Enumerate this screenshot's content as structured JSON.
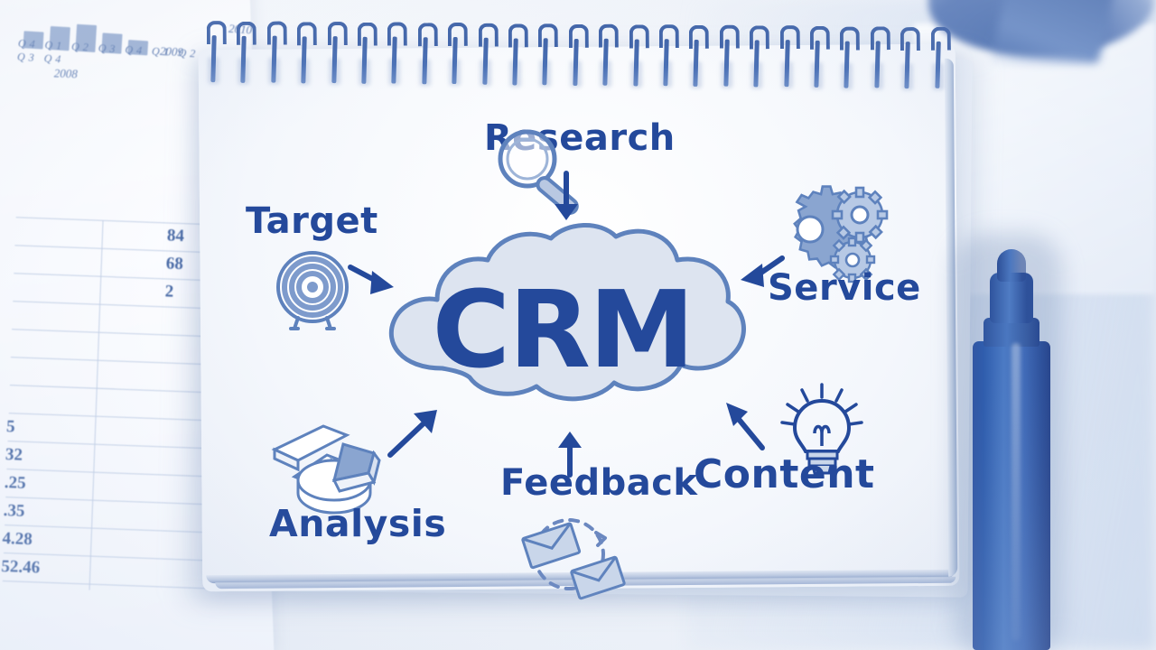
{
  "image": {
    "title": "CRM concept sketch on spiral notebook",
    "center_label": "CRM"
  },
  "diagram": {
    "center": {
      "label": "CRM",
      "shape": "cloud"
    },
    "nodes": [
      {
        "id": "research",
        "label": "Research",
        "icon": "magnifier-icon",
        "position": "top"
      },
      {
        "id": "target",
        "label": "Target",
        "icon": "target-icon",
        "position": "top-left"
      },
      {
        "id": "service",
        "label": "Service",
        "icon": "gears-icon",
        "position": "top-right"
      },
      {
        "id": "analysis",
        "label": "Analysis",
        "icon": "pie-chart-icon",
        "position": "bottom-left"
      },
      {
        "id": "feedback",
        "label": "Feedback",
        "icon": "envelopes-icon",
        "position": "bottom"
      },
      {
        "id": "content",
        "label": "Content",
        "icon": "lightbulb-icon",
        "position": "bottom-right"
      }
    ]
  },
  "report": {
    "quarter_labels": "Q4 Q1 Q2 Q3 Q4 Q1 Q2 Q3 Q4",
    "years": [
      "2008",
      "2009",
      "2010"
    ],
    "bar_values": [
      62,
      88,
      100,
      74,
      52
    ],
    "top_numbers": [
      "84",
      "68",
      "2"
    ],
    "bottom_numbers": [
      "5",
      "32",
      ".25",
      ".35",
      "4.28",
      "52.46"
    ]
  },
  "colors": {
    "ink": "#24499b",
    "accent": "#4a76bf",
    "cloud_fill": "#dde4f0",
    "cloud_stroke": "#5e82bd",
    "paper": "#f4f7fc",
    "pen": "#3257a4"
  },
  "objects": [
    {
      "name": "spiral-notebook",
      "interactable": false
    },
    {
      "name": "blue-marker-pen",
      "interactable": false
    },
    {
      "name": "printed-report",
      "interactable": false
    }
  ]
}
